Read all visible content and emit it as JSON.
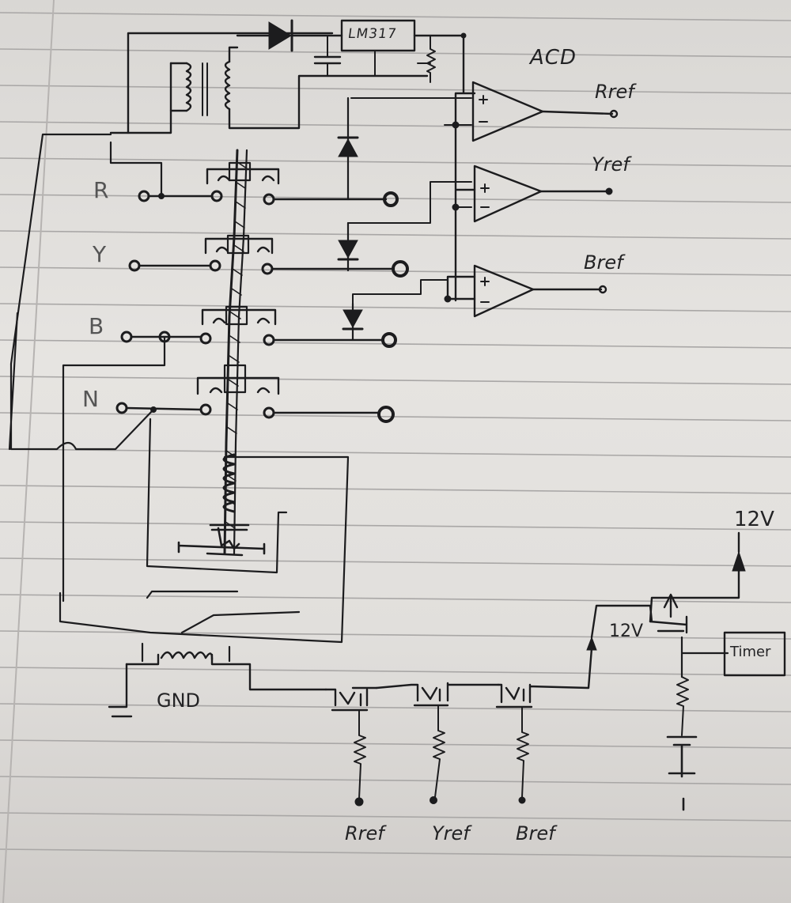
{
  "labels": {
    "lm317": "LM317",
    "acd": "ACD",
    "rref_out": "Rref",
    "yref_out": "Yref",
    "bref_out": "Bref",
    "phase_r": "R",
    "phase_y": "Y",
    "phase_b": "B",
    "neutral": "N",
    "gnd": "GND",
    "v12_top": "12V",
    "v12_mid": "12V",
    "timer": "Timer",
    "rref_bottom": "Rref",
    "yref_bottom": "Yref",
    "bref_bottom": "Bref"
  },
  "colors": {
    "ink": "#1c1c1e",
    "paper": "#e2e0dd",
    "rule_line": "#a9a7a6"
  }
}
